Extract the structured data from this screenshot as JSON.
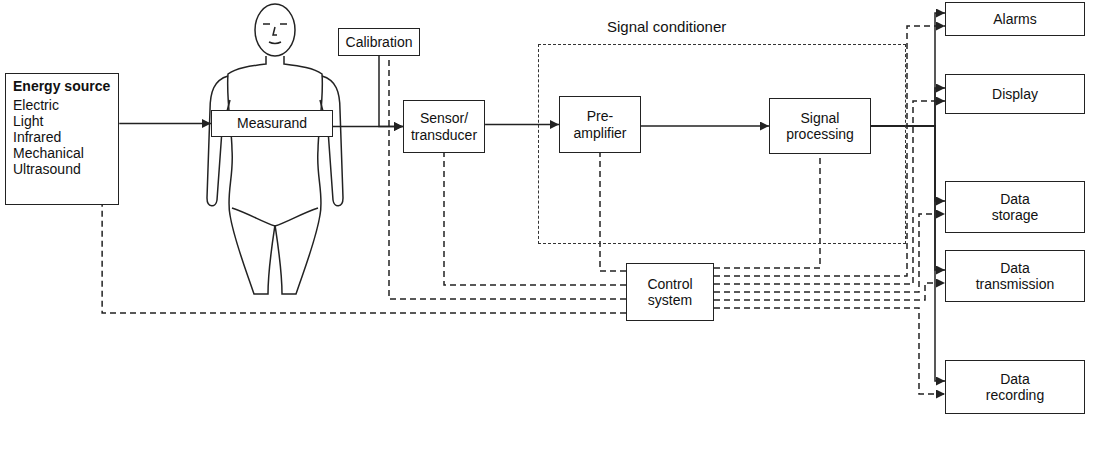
{
  "diagram": {
    "nodes": [
      {
        "text": [
          "Energy source",
          "Electric",
          "Light",
          "Infrared",
          "Mechanical",
          "Ultrasound"
        ]
      },
      {
        "text": [
          "Measurand"
        ]
      },
      {
        "text": [
          "Calibration"
        ]
      },
      {
        "text": [
          "Sensor/ transducer"
        ]
      },
      {
        "text": [
          "Signal conditioner"
        ]
      },
      {
        "text": [
          "Pre- amplifier"
        ],
        "in": 4
      },
      {
        "text": [
          "Signal processing"
        ],
        "in": 4
      },
      {
        "text": [
          "Control system"
        ]
      },
      {
        "text": [
          "Alarms"
        ]
      },
      {
        "text": [
          "Display"
        ]
      },
      {
        "text": [
          "Data storage"
        ]
      },
      {
        "text": [
          "Data transmission"
        ]
      },
      {
        "text": [
          "Data recording"
        ]
      }
    ],
    "edges": [
      {
        "from": 0,
        "to": 1,
        "arrow": "to"
      },
      {
        "from": 1,
        "to": 3,
        "arrow": "to"
      },
      {
        "from": 2,
        "to": 3,
        "arrow": "to"
      },
      {
        "from": 3,
        "to": 5,
        "arrow": "to"
      },
      {
        "from": 5,
        "to": 6,
        "arrow": "to"
      },
      {
        "from": 6,
        "to": 8,
        "arrow": "to"
      },
      {
        "from": 6,
        "to": 9,
        "arrow": "to"
      },
      {
        "from": 6,
        "to": 10,
        "arrow": "to"
      },
      {
        "from": 6,
        "to": 11,
        "arrow": "to"
      },
      {
        "from": 6,
        "to": 12,
        "arrow": "to"
      },
      {
        "from": 7,
        "to": 0,
        "arrow": "none"
      },
      {
        "from": 7,
        "to": 2,
        "arrow": "none"
      },
      {
        "from": 7,
        "to": 3,
        "arrow": "none"
      },
      {
        "from": 7,
        "to": 5,
        "arrow": "none"
      },
      {
        "from": 7,
        "to": 6,
        "arrow": "none"
      },
      {
        "from": 7,
        "to": 8,
        "arrow": "to"
      },
      {
        "from": 7,
        "to": 9,
        "arrow": "to"
      },
      {
        "from": 7,
        "to": 10,
        "arrow": "to"
      },
      {
        "from": 7,
        "to": 11,
        "arrow": "to"
      },
      {
        "from": 7,
        "to": 12,
        "arrow": "to"
      }
    ]
  }
}
